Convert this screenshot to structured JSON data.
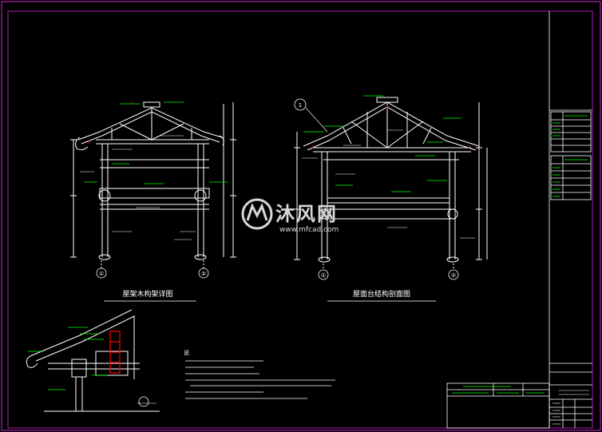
{
  "colors": {
    "background": "#000000",
    "frame": "#b01db0",
    "line": "#ffffff",
    "annotation": "#00ff00",
    "highlight": "#00ffff",
    "accent": "#ff0000",
    "watermark": "#d8d8d8"
  },
  "drawing": {
    "title_left": "屋架木构架详图",
    "title_right": "屋面台结构剖面图",
    "axis_left_a": "①",
    "axis_left_b": "②",
    "axis_right_a": "①",
    "axis_right_b": "②",
    "section_mark": "1",
    "notes_heading": "说"
  },
  "watermark": {
    "brand": "沐风网",
    "url": "www.mfcad.com",
    "icon": "mf-logo-icon"
  }
}
